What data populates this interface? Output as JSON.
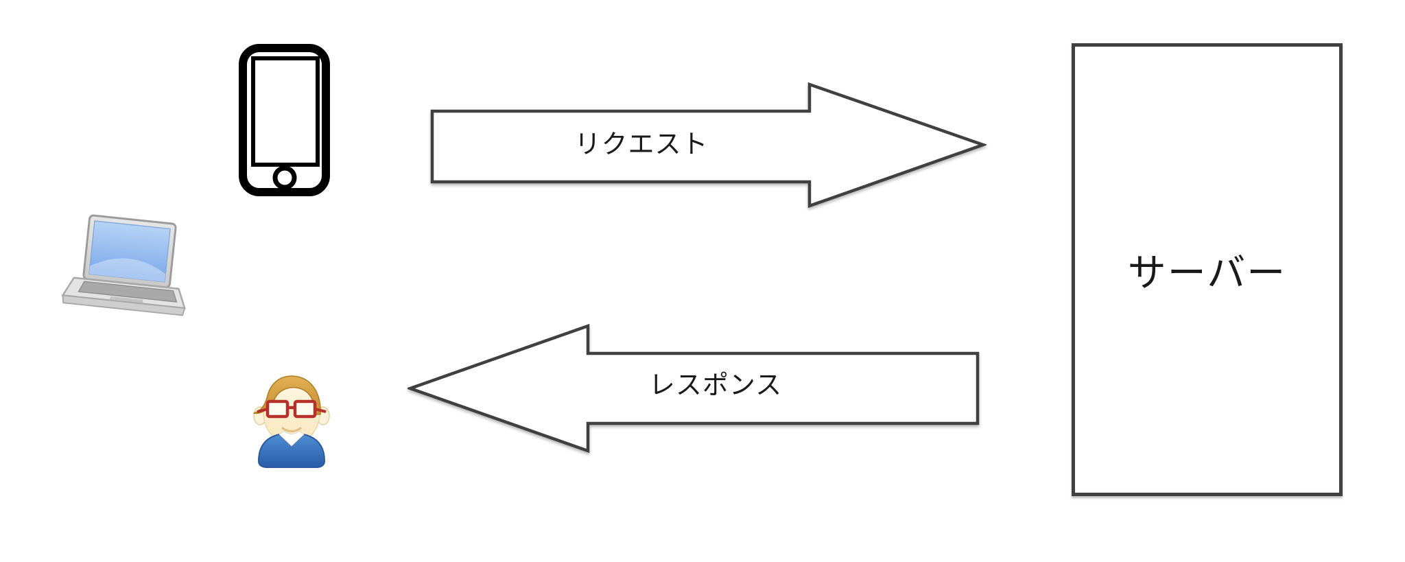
{
  "diagram": {
    "title": "client-server request response diagram",
    "colors": {
      "background": "#ffffff",
      "shape_stroke": "#404040",
      "shape_fill": "#ffffff",
      "text": "#1a1a1a",
      "phone_stroke": "#000000",
      "laptop_screen_blue": "#8fb6ee",
      "person_hair": "#d6a045",
      "person_glasses_red": "#b5302a",
      "person_sweater_blue": "#3b74bc"
    },
    "nodes": {
      "server": {
        "label": "サーバー"
      }
    },
    "arrows": {
      "request": {
        "label": "リクエスト",
        "direction": "right"
      },
      "response": {
        "label": "レスポンス",
        "direction": "left"
      }
    },
    "icons": [
      {
        "name": "smartphone-icon",
        "meaning": "mobile client"
      },
      {
        "name": "laptop-icon",
        "meaning": "pc client"
      },
      {
        "name": "user-icon",
        "meaning": "user with glasses"
      }
    ]
  }
}
